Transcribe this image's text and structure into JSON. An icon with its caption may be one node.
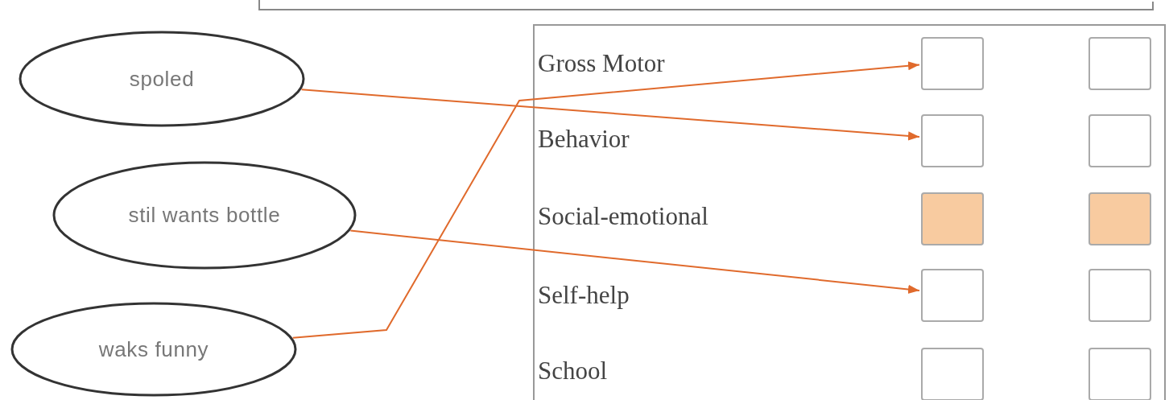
{
  "diagram": {
    "nodes": [
      {
        "text": [
          "spoled"
        ]
      },
      {
        "text": [
          "stil wants bottle"
        ]
      },
      {
        "text": [
          "waks funny"
        ]
      },
      {
        "text": [],
        "shape": "box"
      },
      {
        "text": [],
        "shape": "box",
        "in": 3
      },
      {
        "text": [],
        "shape": "box",
        "in": 3
      },
      {
        "text": [],
        "shape": "box",
        "in": 3
      },
      {
        "text": [],
        "shape": "box",
        "in": 3
      },
      {
        "text": [],
        "shape": "block",
        "in": 3
      },
      {
        "text": [],
        "shape": "block",
        "in": 3
      },
      {
        "text": [],
        "shape": "box",
        "in": 3
      },
      {
        "text": [],
        "shape": "box",
        "in": 3
      },
      {
        "text": [],
        "shape": "box",
        "in": 3
      },
      {
        "text": [],
        "shape": "box",
        "in": 3
      }
    ],
    "edges": [
      {
        "from": 0,
        "to": 6,
        "arrow": "to"
      },
      {
        "from": 1,
        "to": 10,
        "arrow": "to"
      },
      {
        "from": 2,
        "to": 4,
        "arrow": "to"
      }
    ],
    "labels": [
      "Gross Motor",
      "Behavior",
      "Social-emotional",
      "Self-help",
      "School"
    ]
  }
}
